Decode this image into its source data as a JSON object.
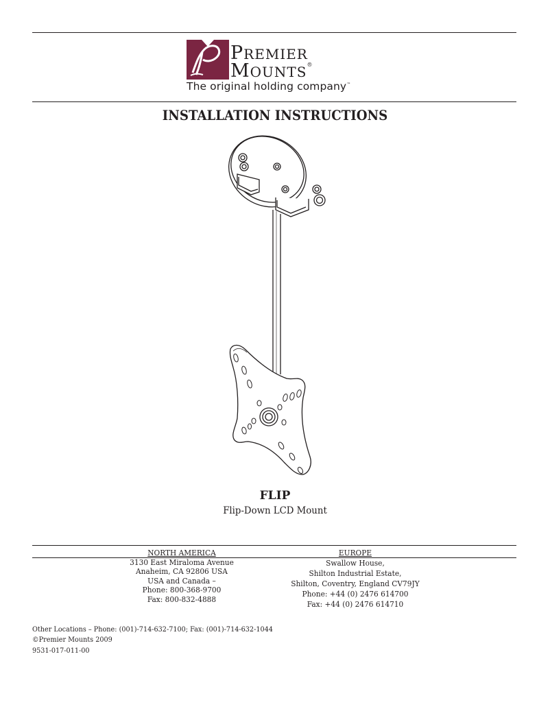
{
  "brand": {
    "line1_cap": "P",
    "line1_rest": "REMIER",
    "line2_cap": "M",
    "line2_rest": "OUNTS",
    "registered": "®",
    "tagline": "The original holding company",
    "tagline_tm": "™",
    "accent_color": "#7b2542"
  },
  "document": {
    "title": "INSTALLATION INSTRUCTIONS",
    "product_name": "FLIP",
    "product_description": "Flip-Down LCD Mount"
  },
  "contacts": {
    "north_america": {
      "heading": "NORTH AMERICA",
      "lines": [
        "3130 East Miraloma Avenue",
        "Anaheim, CA 92806 USA",
        "USA and Canada –",
        "Phone: 800-368-9700",
        "Fax: 800-832-4888"
      ]
    },
    "europe": {
      "heading": "EUROPE",
      "lines": [
        "Swallow House,",
        "Shilton Industrial Estate,",
        "Shilton, Coventry, England CV79JY",
        "Phone: +44 (0) 2476 614700",
        "Fax: +44 (0) 2476 614710"
      ]
    }
  },
  "footer": {
    "other_locations": "Other Locations – Phone: (001)-714-632-7100; Fax: (001)-714-632-1044",
    "copyright": "©Premier Mounts 2009",
    "part_number": "9531-017-011-00"
  }
}
